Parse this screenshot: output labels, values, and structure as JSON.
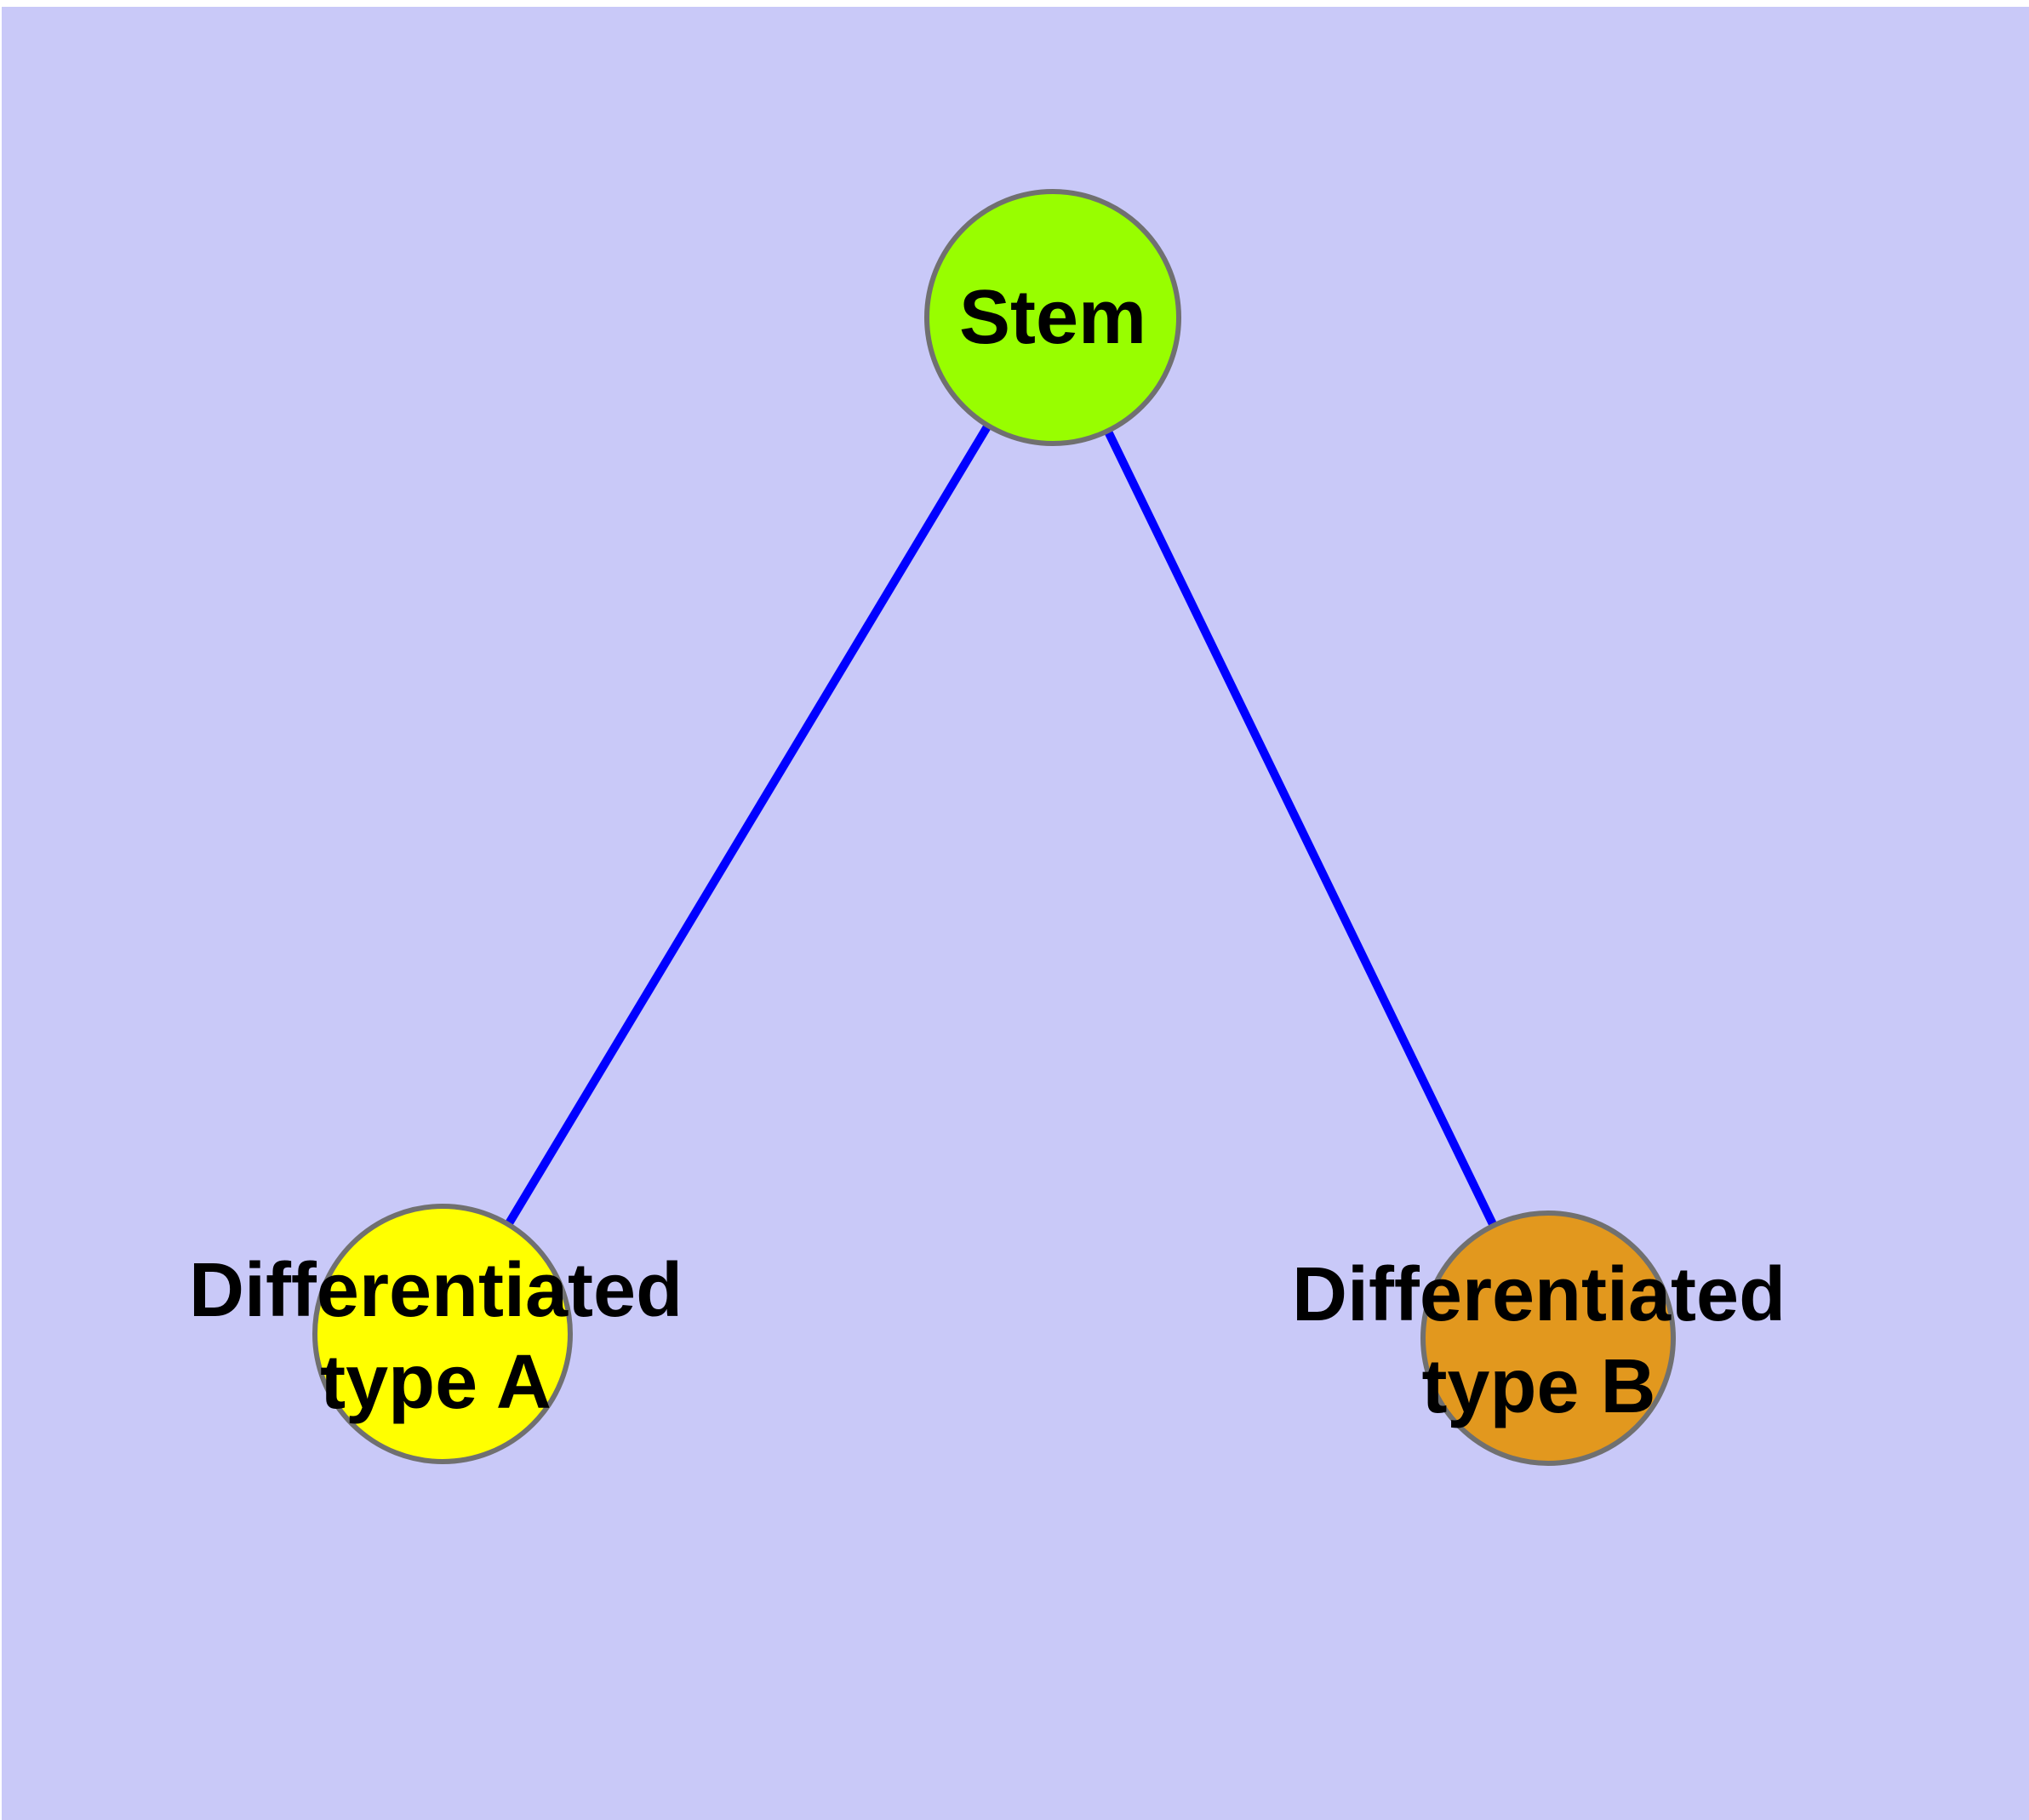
{
  "diagram": {
    "background_color": "#C9C9F8",
    "margin_color": "#FFFFFF",
    "edge_color": "#0000FF",
    "node_border_color": "#707070",
    "text_color": "#000000",
    "nodes": [
      {
        "id": "stem",
        "label": "Stem",
        "fill": "#98FE00"
      },
      {
        "id": "differentiated-type-a",
        "label": "Differentiated\ntype A",
        "fill": "#FFFF00"
      },
      {
        "id": "differentiated-type-b",
        "label": "Differentiated\ntype B",
        "fill": "#E2981E"
      }
    ],
    "edges": [
      {
        "from": "Stem",
        "to": "Differentiated type A"
      },
      {
        "from": "Stem",
        "to": "Differentiated type B"
      }
    ]
  }
}
